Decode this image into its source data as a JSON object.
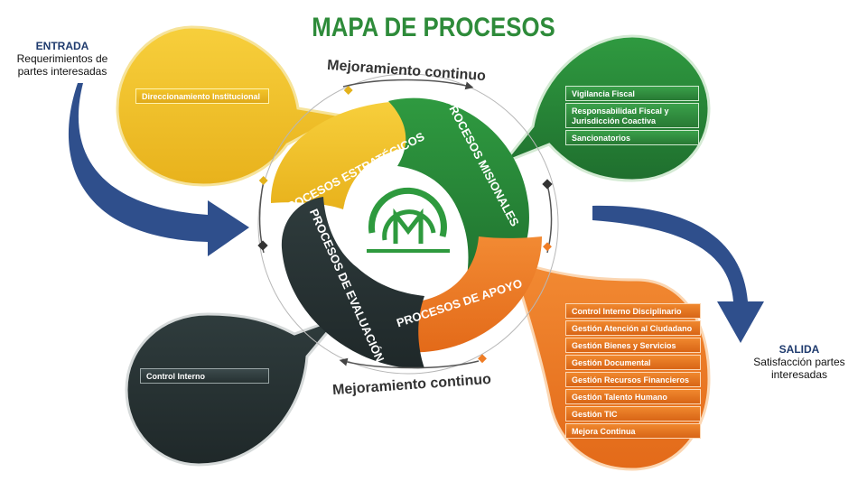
{
  "title": "MAPA DE PROCESOS",
  "entrada": {
    "head": "ENTRADA",
    "text": "Requerimientos de partes interesadas"
  },
  "salida": {
    "head": "SALIDA",
    "text": "Satisfacción partes interesadas"
  },
  "mejoramiento_top": "Mejoramiento continuo",
  "mejoramiento_bottom": "Mejoramiento continuo",
  "segments": {
    "estrategicos": "PROCESOS ESTRATÉGICOS",
    "misionales": "PROCESOS MISIONALES",
    "apoyo": "PROCESOS DE APOYO",
    "evaluacion": "PROCESOS DE EVALUACIÓN"
  },
  "estrategicos_items": [
    "Direccionamiento Institucional"
  ],
  "misionales_items": [
    "Vigilancia Fiscal",
    "Responsabilidad Fiscal y Jurisdicción Coactiva",
    "Sancionatorios"
  ],
  "apoyo_items": [
    "Control Interno Disciplinario",
    "Gestión Atención al Ciudadano",
    "Gestión Bienes y Servicios",
    "Gestión Documental",
    "Gestión Recursos Financieros",
    "Gestión Talento Humano",
    "Gestión TIC",
    "Mejora Continua"
  ],
  "evaluacion_items": [
    "Control Interno"
  ],
  "colors": {
    "yellow": "#f2c12e",
    "green": "#2e8b3a",
    "orange": "#ef7d26",
    "dark": "#2a3637",
    "arrow": "#2f4f8c"
  },
  "icons": [
    "logo-icon",
    "entrada-arrow-icon",
    "salida-arrow-icon"
  ]
}
